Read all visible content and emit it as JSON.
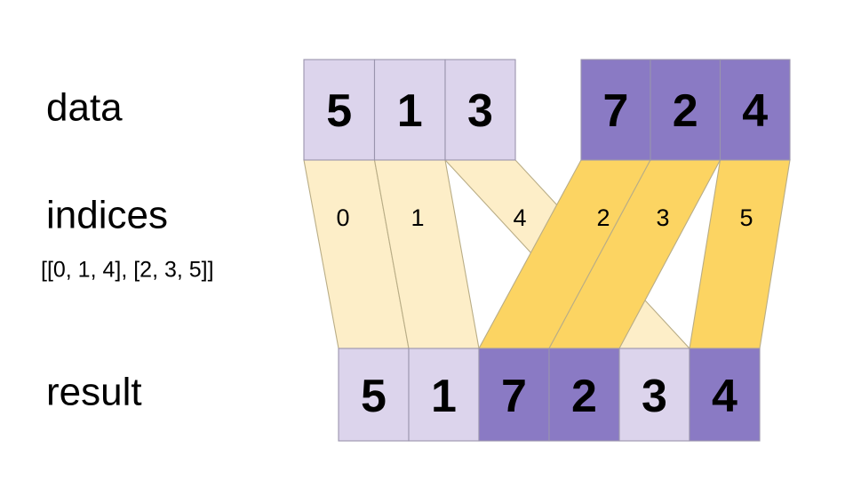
{
  "diagram": {
    "title": "take_along_axis gather diagram",
    "colors": {
      "data_light": "#dcd4ec",
      "data_dark": "#8a7ac4",
      "ribbon_light": "#fdeec8",
      "ribbon_dark": "#fcd462",
      "cell_stroke": "#9a94ad",
      "ribbon_stroke": "#b9ad86",
      "text": "#000000",
      "background": "#ffffff"
    },
    "labels": {
      "data": "data",
      "indices": "indices",
      "indices_value": "[[0, 1, 4], [2, 3, 5]]",
      "result": "result"
    },
    "data_row": {
      "groups": [
        {
          "name": "row-0",
          "shade": "light",
          "cells": [
            {
              "value": "5"
            },
            {
              "value": "1"
            },
            {
              "value": "3"
            }
          ]
        },
        {
          "name": "row-1",
          "shade": "dark",
          "cells": [
            {
              "value": "7"
            },
            {
              "value": "2"
            },
            {
              "value": "4"
            }
          ]
        }
      ]
    },
    "indices_row": {
      "ribbons": [
        {
          "index": "0",
          "shade": "light"
        },
        {
          "index": "1",
          "shade": "light"
        },
        {
          "index": "4",
          "shade": "light"
        },
        {
          "index": "2",
          "shade": "dark"
        },
        {
          "index": "3",
          "shade": "dark"
        },
        {
          "index": "5",
          "shade": "dark"
        }
      ]
    },
    "result_row": {
      "cells": [
        {
          "value": "5",
          "shade": "light"
        },
        {
          "value": "1",
          "shade": "light"
        },
        {
          "value": "7",
          "shade": "dark"
        },
        {
          "value": "2",
          "shade": "dark"
        },
        {
          "value": "3",
          "shade": "light"
        },
        {
          "value": "4",
          "shade": "dark"
        }
      ]
    }
  }
}
